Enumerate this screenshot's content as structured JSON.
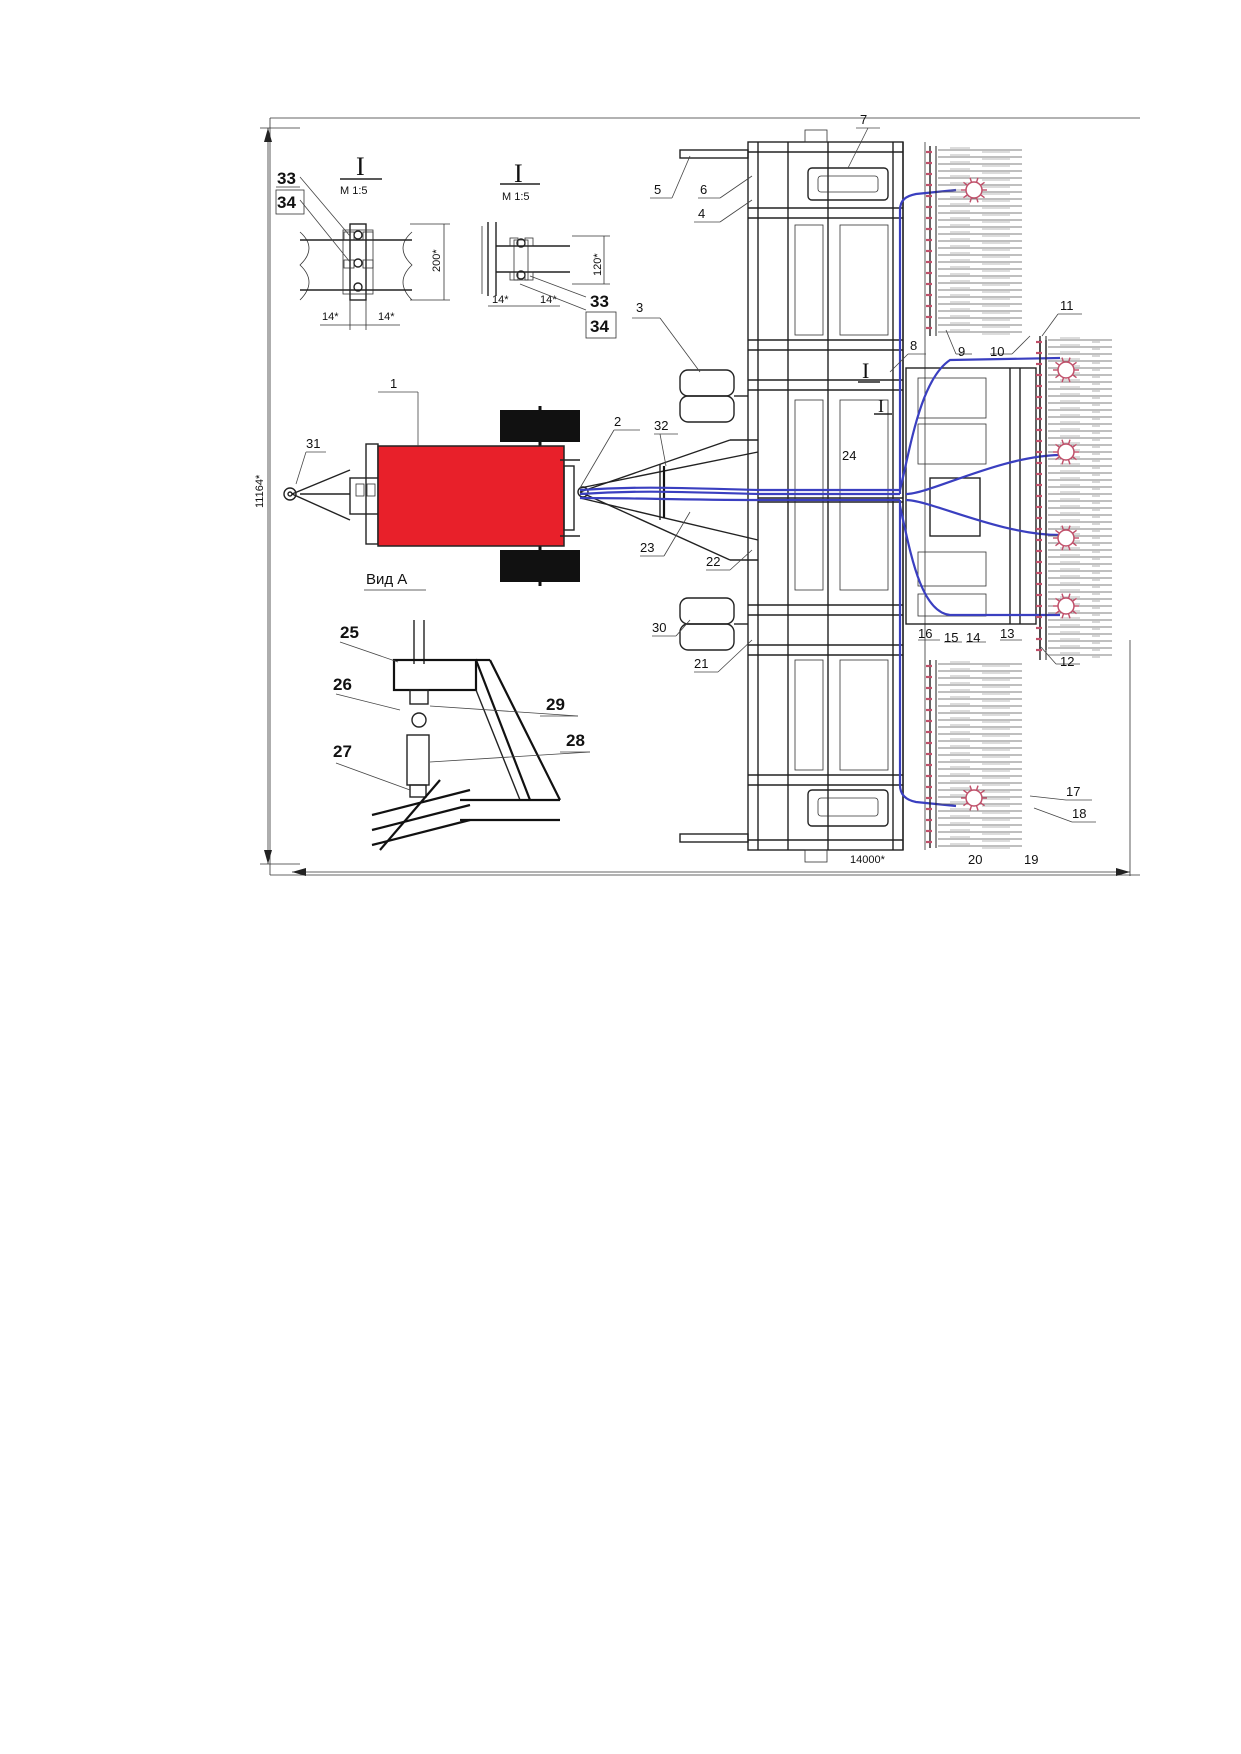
{
  "colors": {
    "frame": "#222222",
    "hydraulic_hose": "#3a3fc0",
    "hopper": "#e8202a",
    "tyre": "#111111",
    "rotor": "#c0506a",
    "leader": "#444444"
  },
  "dimensions": {
    "height": "11164*",
    "width": "14000*",
    "detail1_height": "200*",
    "detail1_left": "14*",
    "detail1_right": "14*",
    "detail2_height": "120*",
    "detail2_left": "14*",
    "detail2_right": "14*"
  },
  "sections": {
    "detail1_mark": "I",
    "detail1_scale": "M 1:5",
    "detail2_mark": "I",
    "detail2_scale": "M 1:5",
    "frame_mark_1": "I",
    "frame_mark_2": "I"
  },
  "view_label": "Вид А",
  "callouts": {
    "n1": "1",
    "n2": "2",
    "n3": "3",
    "n4": "4",
    "n5": "5",
    "n6": "6",
    "n7": "7",
    "n8": "8",
    "n9": "9",
    "n10": "10",
    "n11": "11",
    "n12": "12",
    "n13": "13",
    "n14": "14",
    "n15": "15",
    "n16": "16",
    "n17": "17",
    "n18": "18",
    "n19": "19",
    "n20": "20",
    "n21": "21",
    "n22": "22",
    "n23": "23",
    "n24": "24",
    "n30": "30",
    "n31": "31",
    "n32": "32"
  },
  "detail_callouts": {
    "d1_33": "33",
    "d1_34": "34",
    "d2_33": "33",
    "d2_34": "34",
    "v25": "25",
    "v26": "26",
    "v27": "27",
    "v28": "28",
    "v29": "29"
  }
}
